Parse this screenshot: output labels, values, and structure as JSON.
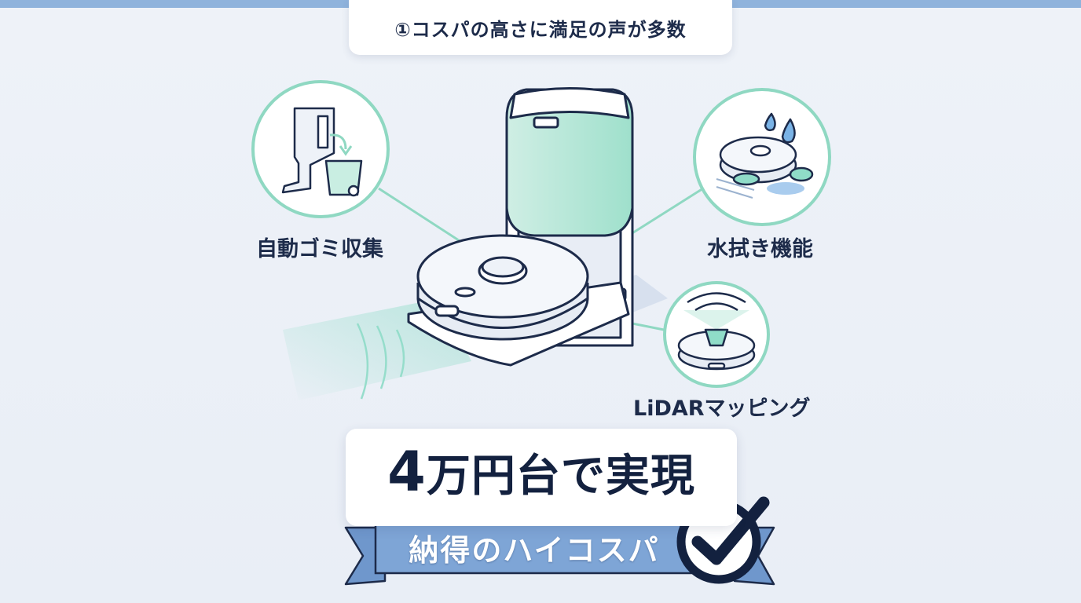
{
  "header": {
    "title": "①コスパの高さに満足の声が多数"
  },
  "features": [
    {
      "label": "自動ゴミ収集",
      "icon": "dust-bin-icon"
    },
    {
      "label": "水拭き機能",
      "icon": "water-mop-icon"
    },
    {
      "label": "LiDARマッピング",
      "icon": "lidar-sensor-icon"
    }
  ],
  "price": {
    "number": "4",
    "suffix": "万円台で実現"
  },
  "ribbon": {
    "text": "納得のハイコスパ"
  },
  "colors": {
    "navy": "#1d2b4a",
    "mint": "#8fdcc8",
    "ribbon_blue": "#7ea5d6",
    "ring_mint": "#8fd8c2"
  }
}
